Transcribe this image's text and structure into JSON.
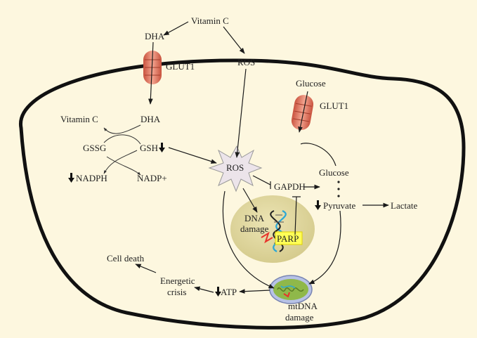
{
  "labels": {
    "vitamin_c_top": "Vitamin C",
    "dha_outer": "DHA",
    "glut1_left": "GLUT1",
    "ros_outer": "ROS",
    "glucose_outer": "Glucose",
    "glut1_right": "GLUT1",
    "vitamin_c_inner": "Vitamin C",
    "dha_inner": "DHA",
    "gssg": "GSSG",
    "gsh": "GSH",
    "nadph": "NADPH",
    "nadp_plus": "NADP+",
    "ros_center": "ROS",
    "gapdh": "GAPDH",
    "glucose_inner": "Glucose",
    "pyruvate": "Pyruvate",
    "lactate": "Lactate",
    "dna_line1": "DNA",
    "dna_line2": "damage",
    "parp": "PARP",
    "cell_death": "Cell death",
    "energetic_line1": "Energetic",
    "energetic_line2": "crisis",
    "atp": "ATP",
    "mtdna_line1": "mtDNA",
    "mtdna_line2": "damage"
  },
  "colors": {
    "background": "#fdf7df",
    "cell": "#fdf7df",
    "nucleus": "#ddd49a",
    "transporter": "#e07c68",
    "ros_star": "#ece4ea",
    "parp_box": "#ffff57",
    "mitochondrion": "#8fb84a",
    "dna_strand_1": "#2aa7d6",
    "dna_strand_2": "#222222",
    "dna_damage": "#e8332b"
  }
}
